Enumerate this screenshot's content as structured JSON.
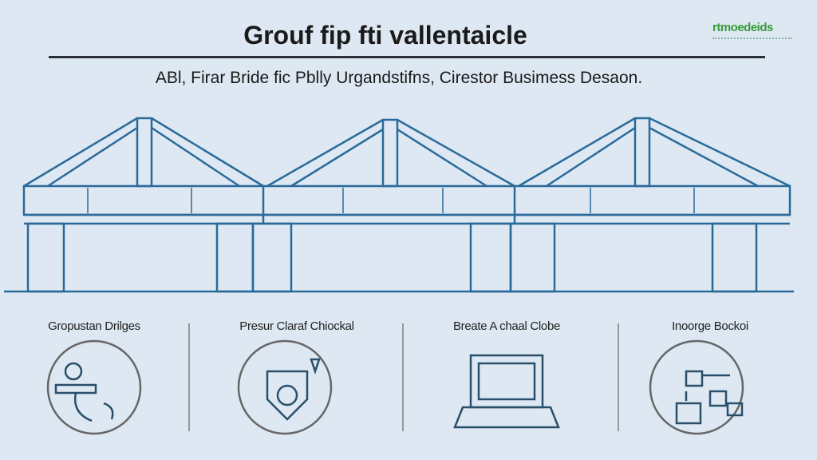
{
  "header": {
    "title": "Grouf fip fti vallentaicle",
    "logo_text": "rtmoedeids",
    "subtitle": "ABl, Firar Bride fic Pblly Urgandstifns, Cirestor Busimess Desaon."
  },
  "features": [
    {
      "label": "Gropustan Drilges",
      "icon": "person-steps-icon"
    },
    {
      "label": "Presur Claraf Chiockal",
      "icon": "gauge-shield-icon"
    },
    {
      "label": "Breate A chaal Clobe",
      "icon": "laptop-icon"
    },
    {
      "label": "Inoorge Bockoi",
      "icon": "flow-boxes-icon"
    }
  ],
  "colors": {
    "line": "#2a6a9a",
    "background": "#dde8f2",
    "logo": "#3a9a3a"
  }
}
